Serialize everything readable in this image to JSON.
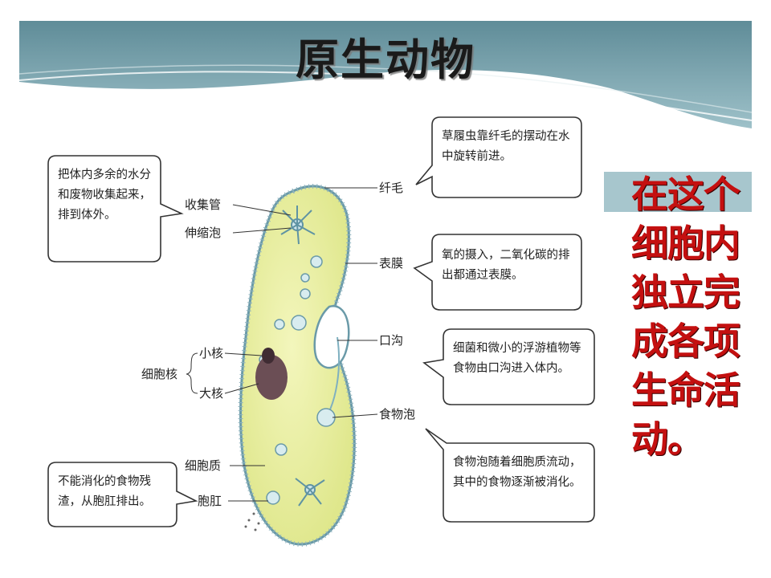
{
  "slide": {
    "title": "原生动物",
    "side_note": "在这个\n细胞内\n独立完\n成各项\n生命活\n动。",
    "colors": {
      "title_band": "#6f9aa6",
      "side_note": "#c41010",
      "cell_body": "#eef2a8",
      "nucleus": "#6b4e55"
    }
  },
  "diagram": {
    "labels": {
      "cilia": "纤毛",
      "collecting_canal": "收集管",
      "contractile_vacuole": "伸缩泡",
      "pellicle": "表膜",
      "oral_groove": "口沟",
      "micronucleus": "小核",
      "nucleus": "细胞核",
      "macronucleus": "大核",
      "food_vacuole": "食物泡",
      "cytoplasm": "细胞质",
      "anal_pore": "胞肛"
    },
    "bubbles": {
      "cilia_desc": "草履虫靠纤毛的摆动在水中旋转前进。",
      "vacuole_desc": "把体内多余的水分和废物收集起来，排到体外。",
      "pellicle_desc": "氧的摄入，二氧化碳的排出都通过表膜。",
      "oral_desc": "细菌和微小的浮游植物等食物由口沟进入体内。",
      "food_desc": "食物泡随着细胞质流动，其中的食物逐渐被消化。",
      "anal_desc": "不能消化的食物残渣，从胞肛排出。"
    }
  }
}
